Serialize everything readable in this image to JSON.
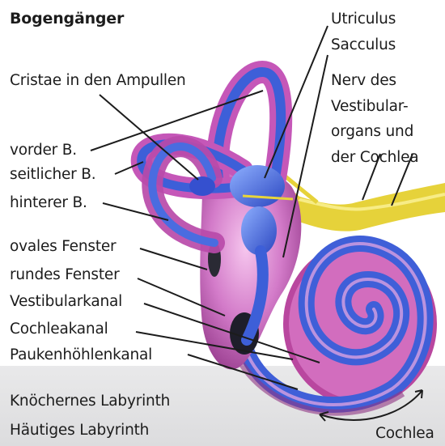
{
  "diagram": {
    "title": "Bogengänger",
    "labels": {
      "utriculus": "Utriculus",
      "sacculus": "Sacculus",
      "cristae": "Cristae in den Ampullen",
      "nerv_1": "Nerv des",
      "nerv_2": "Vestibular-",
      "nerv_3": "organs und",
      "nerv_4": "der Cochlea",
      "vorder": "vorder B.",
      "seitlicher": "seitlicher B.",
      "hinterer": "hinterer B.",
      "ovales": "ovales Fenster",
      "rundes": "rundes Fenster",
      "vestibularkanal": "Vestibularkanal",
      "cochleakanal": "Cochleakanal",
      "paukenhoehlenkanal": "Paukenhöhlenkanal",
      "knoechernes": "Knöchernes Labyrinth",
      "haeutiges": "Häutiges Labyrinth",
      "cochlea": "Cochlea"
    },
    "colors": {
      "bony_labyrinth": "#c04fb5",
      "membranous_labyrinth": "#3d5fd8",
      "nerve": "#e8d53a",
      "text": "#1c1c1c",
      "band": "#e2e2e4"
    }
  }
}
